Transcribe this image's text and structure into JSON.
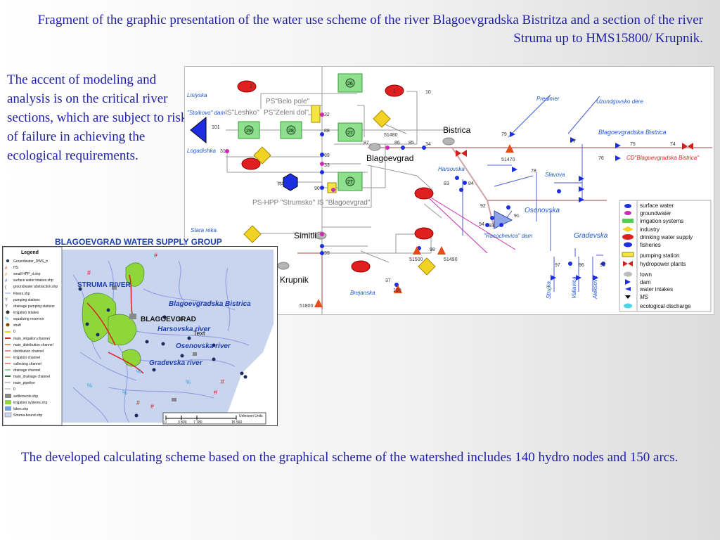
{
  "slide": {
    "title": "Fragment of the graphic presentation of the water use scheme of the river Blagoevgradska Bistritza and a section of the river Struma up to HMS15800/ Krupnik.",
    "left_note": "The accent of modeling and analysis is on the critical river sections, which are subject to risk of failure in achieving the ecological requirements.",
    "bottom_note": "The developed calculating scheme based on the graphical scheme of the watershed includes 140 hydro nodes and 150 arcs."
  },
  "scheme": {
    "places": {
      "lisiyska": "Lisiyska",
      "stoikovo": "\"Stoikovo\" dam",
      "logadishka": "Logadishka",
      "stara_reka": "Stara reka",
      "predimer": "Predimer",
      "uzundgovsko": "Uzundgovsko dere",
      "bistrica_river": "Blagoevgradska Bistrica",
      "cd": "CD\"Blagoevgradska Bistrica\"",
      "harsovska": "Harsovska",
      "slavova": "Slavova",
      "osenovska": "Osenovska",
      "gradevska": "Gradevska",
      "racochevica": "\"Racochevica\" dam",
      "brejanska": "Brejanska",
      "strujka": "Strujka",
      "valiavica": "Valiavica",
      "aleksova": "Aleksova"
    },
    "towns": {
      "bistrica": "Bistrica",
      "blagoevgrad": "Blagoevgrad",
      "simitli": "Simitli",
      "krupnik": "Krupnik"
    },
    "stations": {
      "ps_belo_pole": "PS\"Belo pole\"",
      "is_leshko": "IS\"Leshko\"",
      "ps_zeleni_dol": "PS\"Zeleni dol\"",
      "ps_hpp": "PS-HPP \"Strumsko\" IS \"Blagoevgrad\""
    },
    "nodes": {
      "n26": "26",
      "n28": "28",
      "n29": "29",
      "n27": "27",
      "n27b": "27",
      "n32": "32",
      "n88": "88",
      "n89": "89",
      "n33": "33",
      "n101": "101",
      "n31": "31",
      "n90": "90",
      "r4": "R4",
      "n87": "87",
      "n86": "86",
      "n85": "85",
      "n34": "34",
      "n51480": "51480",
      "n79": "79",
      "n77": "77",
      "n75": "75",
      "n74": "74",
      "n76": "76",
      "n51470": "51470",
      "n78": "78",
      "n83": "83",
      "n84": "84",
      "n92": "92",
      "n94": "94",
      "n93": "93",
      "n91": "91",
      "n99": "99",
      "n98": "98",
      "n51500": "51500",
      "n51490": "51490",
      "n97": "97",
      "n96": "96",
      "n95": "95",
      "n37": "37",
      "n100": "100",
      "n51800": "51800",
      "n10": "10",
      "n2": "2",
      "n1": "1"
    },
    "legend": [
      "surface water",
      "groundwater",
      "irrigation systems",
      "industry",
      "drinking water supply",
      "fisheries",
      "pumping station",
      "hydropower plants",
      "town",
      "dam",
      "water intakes",
      "MS",
      "ecological discharge"
    ]
  },
  "map": {
    "title": "BLAGOEVGRAD WATER SUPPLY GROUP",
    "legend_title": "Legend",
    "legend_items": [
      "Groundwater_DWS_tr",
      "HS",
      "small HPP_d.shp",
      "surface water intakes.shp",
      "groundwater abstraction.shp",
      "Rivers.shp",
      "pumping stations",
      "drainage pumping stations",
      "irrigation intakes",
      "equalizing reservoir",
      "shaft",
      "0",
      "main_irrigation channel",
      "main_distribution channel",
      "distribution channel",
      "irrigation channel",
      "collecting channel",
      "drainage channel",
      "main_drainage channel",
      "main_pipeline",
      "0",
      "settlements.shp",
      "irrigation systems.shp",
      "lakes.shp",
      "Struma-bound.shp"
    ],
    "labels": {
      "struma": "STRUMA RIVER",
      "bistrica": "Blagoevgradska Bistrica",
      "blagoevgrad": "BLAGOEVGRAD",
      "harsovska": "Harsovska river",
      "text": "Text",
      "osenovska": "Osenovska river",
      "gradevska": "Gradevska river"
    },
    "scale": {
      "units": "Unknown Units",
      "s0": "0",
      "s1": "3 890",
      "s2": "7 780",
      "s3": "15 560"
    }
  }
}
